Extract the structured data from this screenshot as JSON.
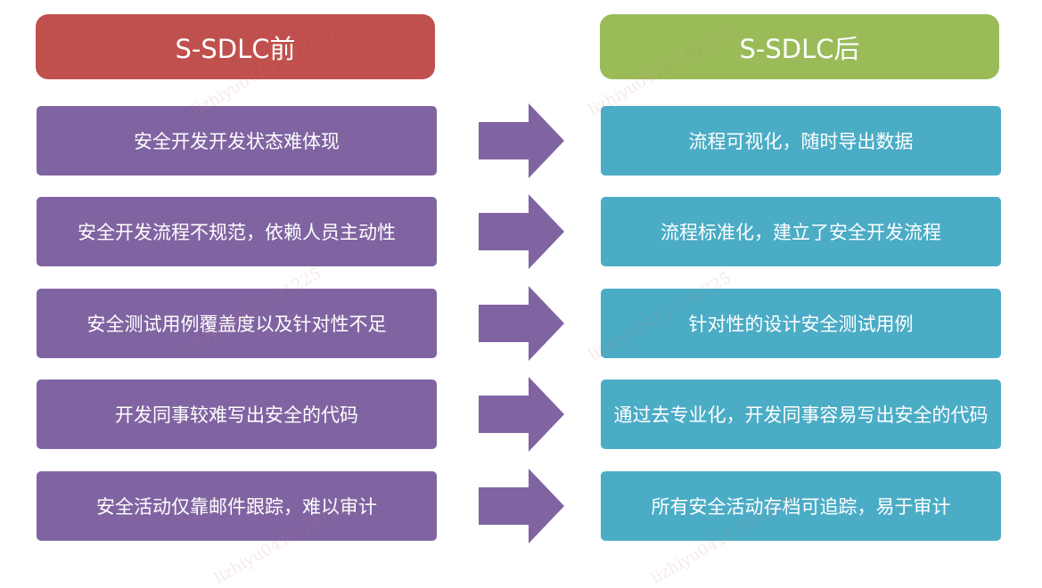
{
  "header": {
    "before": "S-SDLC前",
    "after": "S-SDLC后"
  },
  "rows": [
    {
      "before": "安全开发开发状态难体现",
      "after": "流程可视化，随时导出数据"
    },
    {
      "before": "安全开发流程不规范，依赖人员主动性",
      "after": "流程标准化，建立了安全开发流程"
    },
    {
      "before": "安全测试用例覆盖度以及针对性不足",
      "after": "针对性的设计安全测试用例"
    },
    {
      "before": "开发同事较难写出安全的代码",
      "after": "通过去专业化，开发同事容易写出安全的代码"
    },
    {
      "before": "安全活动仅靠邮件跟踪，难以审计",
      "after": "所有安全活动存档可追踪，易于审计"
    }
  ],
  "watermark": "lizhiyu0415-191225",
  "colors": {
    "before_header": "#c0504d",
    "after_header": "#9bbb59",
    "before_box": "#8064a2",
    "after_box": "#4bacc6",
    "arrow": "#8064a2"
  }
}
